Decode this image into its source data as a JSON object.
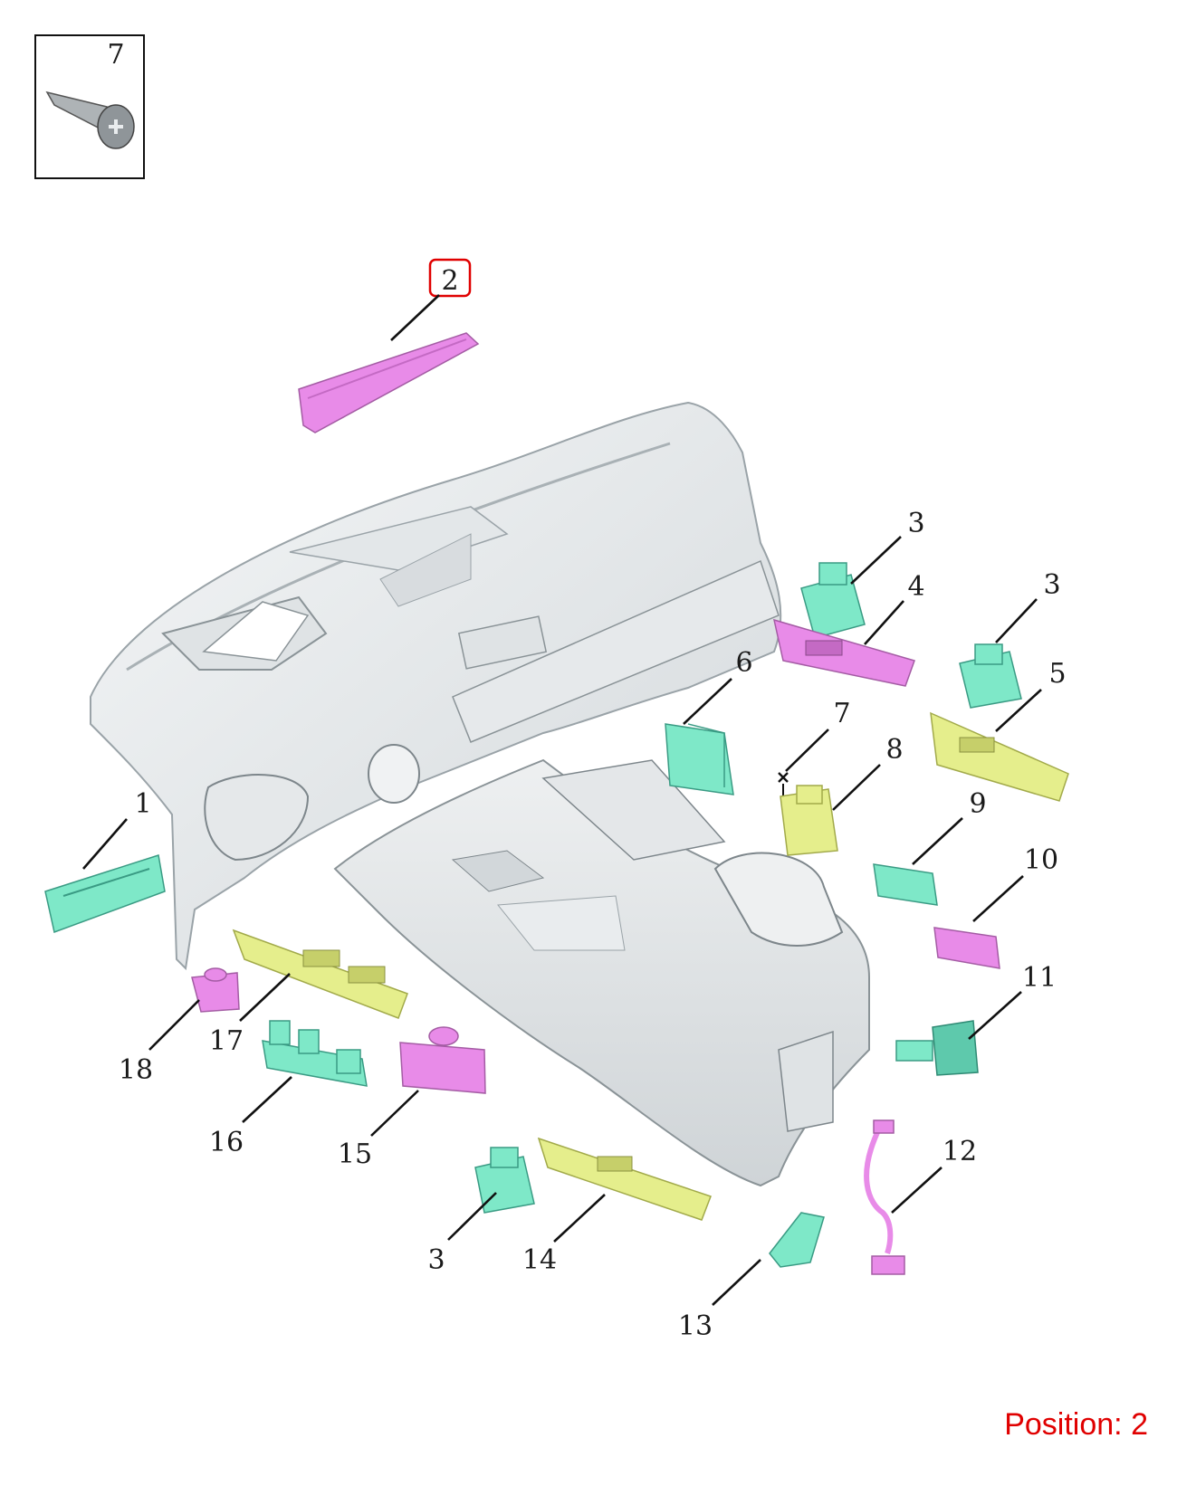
{
  "diagram": {
    "inset_number": "7",
    "highlighted_callout": "2",
    "position_prefix": "Position: ",
    "position_value": "2",
    "callouts": [
      "2",
      "3",
      "4",
      "3",
      "5",
      "6",
      "7",
      "8",
      "9",
      "10",
      "1",
      "11",
      "18",
      "17",
      "16",
      "15",
      "3",
      "14",
      "12",
      "13"
    ],
    "colors": {
      "teal": "#7ee8c8",
      "magenta": "#e88be8",
      "yellow": "#e5ee8c",
      "dash_gray": "#e8ebec",
      "highlight": "#e00000"
    }
  }
}
